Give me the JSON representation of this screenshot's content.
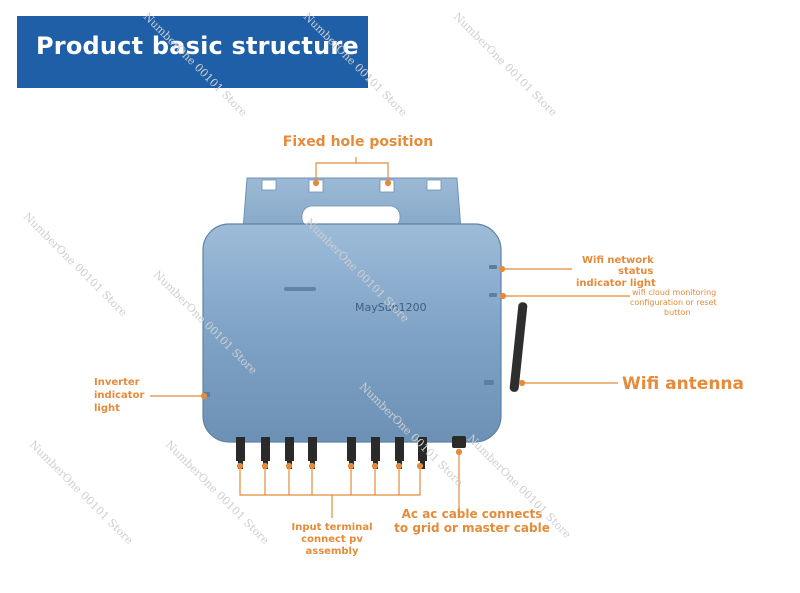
{
  "header": {
    "title": "Product basic structure"
  },
  "device": {
    "model_label": "MaySun1200"
  },
  "labels": {
    "fixed_hole": "Fixed hole position",
    "wifi_network_l1": "Wifi network",
    "wifi_network_l2": "status",
    "wifi_network_l3": "indicator light",
    "wifi_cloud_l1": "wifi cloud monitoring",
    "wifi_cloud_l2": "configuration or reset",
    "wifi_cloud_l3": "button",
    "wifi_antenna": "Wifi antenna",
    "inverter_l1": "Inverter",
    "inverter_l2": "indicator",
    "inverter_l3": "light",
    "input_l1": "Input terminal",
    "input_l2": "connect pv",
    "input_l3": "assembly",
    "ac_l1": "Ac ac cable connects",
    "ac_l2": "to grid or master cable"
  },
  "watermark": {
    "text": "NumberOne 00101 Store"
  },
  "colors": {
    "accent": "#e58b3a",
    "banner": "#1f5fa8",
    "device_body": "#7fa3c6"
  }
}
